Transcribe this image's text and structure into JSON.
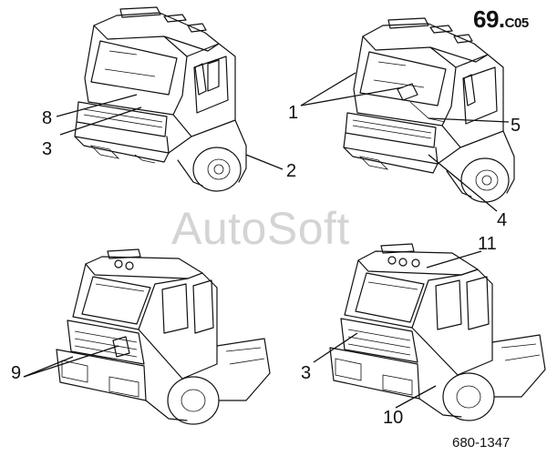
{
  "page_code": {
    "main": "69.",
    "suffix": "C05"
  },
  "drawing_number": "680-1347",
  "watermark": "AutoSoft",
  "callouts": {
    "n1": "1",
    "n2": "2",
    "n3a": "3",
    "n3b": "3",
    "n4": "4",
    "n5": "5",
    "n8": "8",
    "n9": "9",
    "n10": "10",
    "n11": "11"
  },
  "colors": {
    "line": "#111111",
    "background": "#ffffff",
    "watermark": "#787878"
  }
}
